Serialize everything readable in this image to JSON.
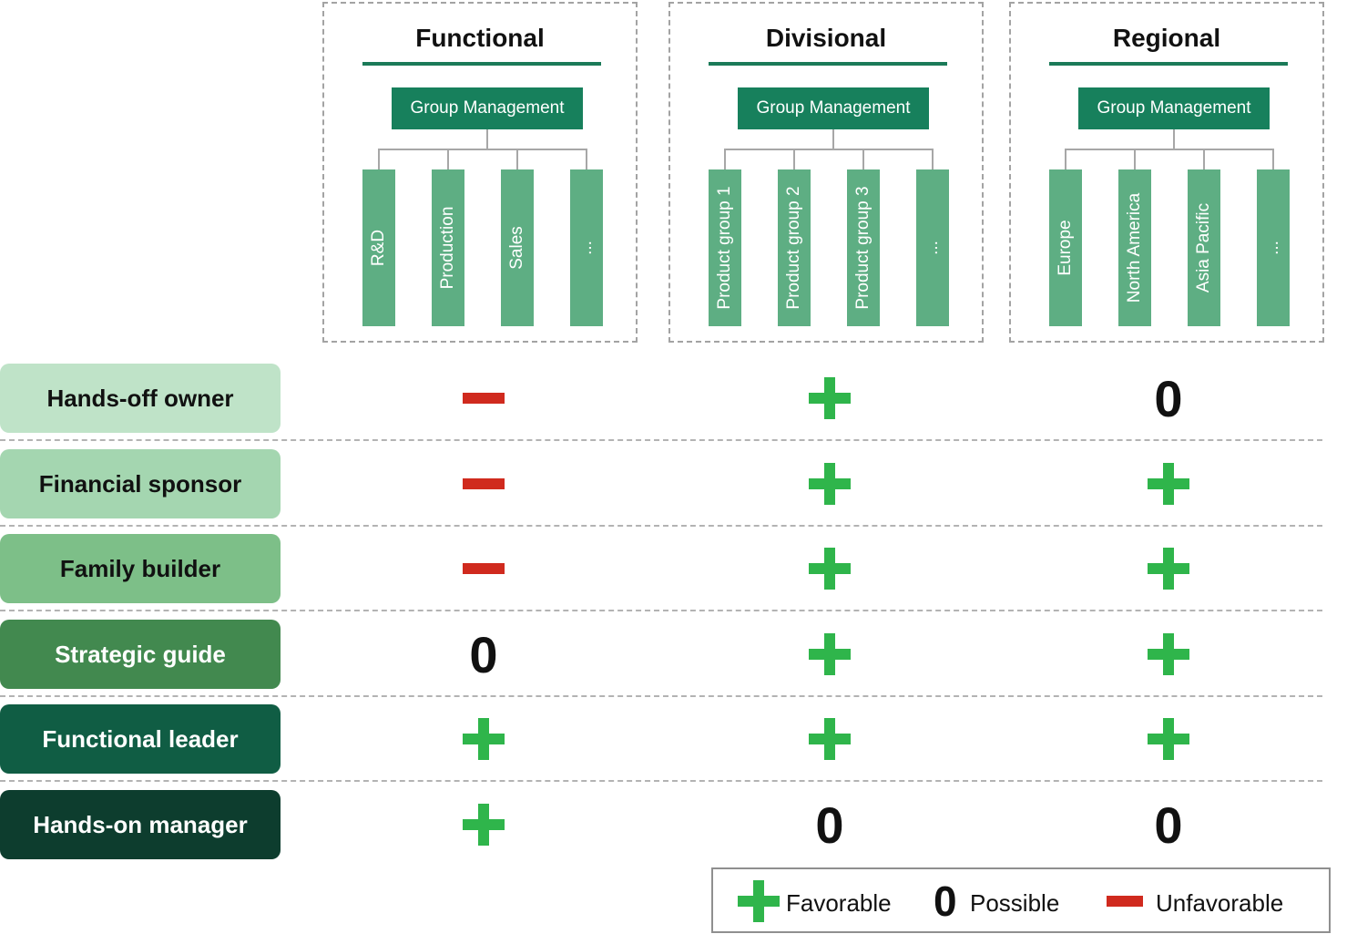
{
  "structures": [
    {
      "title": "Functional",
      "top": "Group Management",
      "units": [
        "R&D",
        "Production",
        "Sales",
        "..."
      ]
    },
    {
      "title": "Divisional",
      "top": "Group Management",
      "units": [
        "Product group 1",
        "Product group 2",
        "Product group 3",
        "..."
      ]
    },
    {
      "title": "Regional",
      "top": "Group Management",
      "units": [
        "Europe",
        "North America",
        "Asia Pacific",
        "..."
      ]
    }
  ],
  "owner_types": [
    {
      "label": "Hands-off owner",
      "ratings": [
        "-",
        "+",
        "0"
      ]
    },
    {
      "label": "Financial sponsor",
      "ratings": [
        "-",
        "+",
        "+"
      ]
    },
    {
      "label": "Family builder",
      "ratings": [
        "-",
        "+",
        "+"
      ]
    },
    {
      "label": "Strategic guide",
      "ratings": [
        "0",
        "+",
        "+"
      ]
    },
    {
      "label": "Functional leader",
      "ratings": [
        "+",
        "+",
        "+"
      ]
    },
    {
      "label": "Hands-on manager",
      "ratings": [
        "+",
        "0",
        "0"
      ]
    }
  ],
  "legend": {
    "favorable": "Favorable",
    "possible": "Possible",
    "unfavorable": "Unfavorable",
    "zero_symbol": "0"
  },
  "colors": {
    "favorable": "#2fb54b",
    "unfavorable": "#d02a1e",
    "group_management": "#17805c",
    "unit": "#5eae83",
    "owner_label_fills": [
      "#bfe3c8",
      "#a4d6b0",
      "#7dbf88",
      "#42894f",
      "#105d44",
      "#0d3d2e"
    ],
    "owner_label_text": [
      "#111111",
      "#111111",
      "#111111",
      "#ffffff",
      "#ffffff",
      "#ffffff"
    ]
  }
}
